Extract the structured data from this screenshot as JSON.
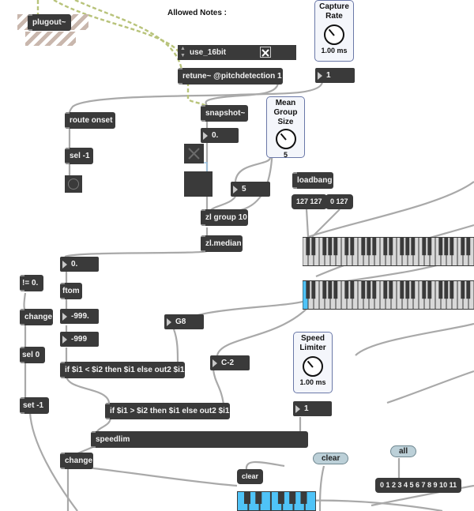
{
  "comment_allowed_notes": "Allowed Notes :",
  "objects": {
    "plugout": "plugout~",
    "retune": "retune~ @pitchdetection 1",
    "route_onset": "route onset",
    "sel_m1": "sel -1",
    "snapshot": "snapshot~",
    "loadbang": "loadbang",
    "zl_group": "zl group 10",
    "zl_median": "zl.median",
    "ftom": "ftom",
    "neq0": "!= 0.",
    "change1": "change",
    "sel0": "sel 0",
    "set_m1": "set -1",
    "if_lt": "if $i1 < $i2 then $i1 else out2 $i1",
    "if_gt": "if $i1 > $i2 then $i1 else out2 $i1",
    "speedlim": "speedlim",
    "change2": "change"
  },
  "umenu": {
    "selected": "use_16bit",
    "toggle_icon": "x-toggle-icon"
  },
  "numbers": {
    "retune_out": "1",
    "snapshot_out": "0.",
    "group_size": "5",
    "ftom_in": "0.",
    "n_999a": "-999.",
    "n_999b": "-999",
    "g8": "G8",
    "c2": "C-2",
    "speed_out": "1"
  },
  "dials": {
    "capture": {
      "title": "Capture Rate",
      "value": "1.00 ms"
    },
    "mean_group": {
      "title": "Mean Group Size",
      "value": "5"
    },
    "speed": {
      "title": "Speed Limiter",
      "value": "1.00 ms"
    }
  },
  "messages": {
    "range1": "127 127",
    "range2": "0 127",
    "clear_dark": "clear",
    "pitches": "0 1 2 3 4 5 6 7 8 9 10 11"
  },
  "pills": {
    "clear": "clear",
    "all": "all"
  },
  "colors": {
    "object_bg": "#3a3a3a",
    "keyboard_highlight": "#4fc3f7",
    "patch_cord": "#a8a8a8",
    "signal_cord": "#b8c87a"
  }
}
